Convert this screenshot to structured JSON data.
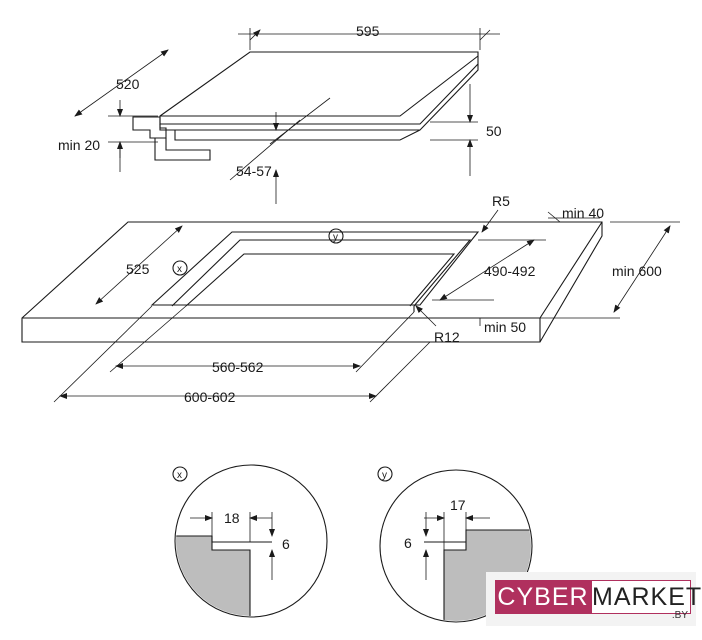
{
  "dimensions": {
    "hob_width": "595",
    "hob_depth": "520",
    "min_clearance": "min 20",
    "height": "50",
    "depth_range": "54-57",
    "corner_radius_top": "R5",
    "min_back": "min 40",
    "cut_depth": "525",
    "cut_width_inner": "490-492",
    "min_counter_depth": "min 600",
    "corner_radius_bottom": "R12",
    "min_front": "min 50",
    "cut_length": "560-562",
    "total_length": "600-602",
    "detail_x_width": "18",
    "detail_x_height": "6",
    "detail_y_width": "17",
    "detail_y_height": "6"
  },
  "markers": {
    "x": "x",
    "y": "y"
  },
  "logo": {
    "part1": "CYBER",
    "part2": "MARKET",
    "domain": ".BY"
  }
}
